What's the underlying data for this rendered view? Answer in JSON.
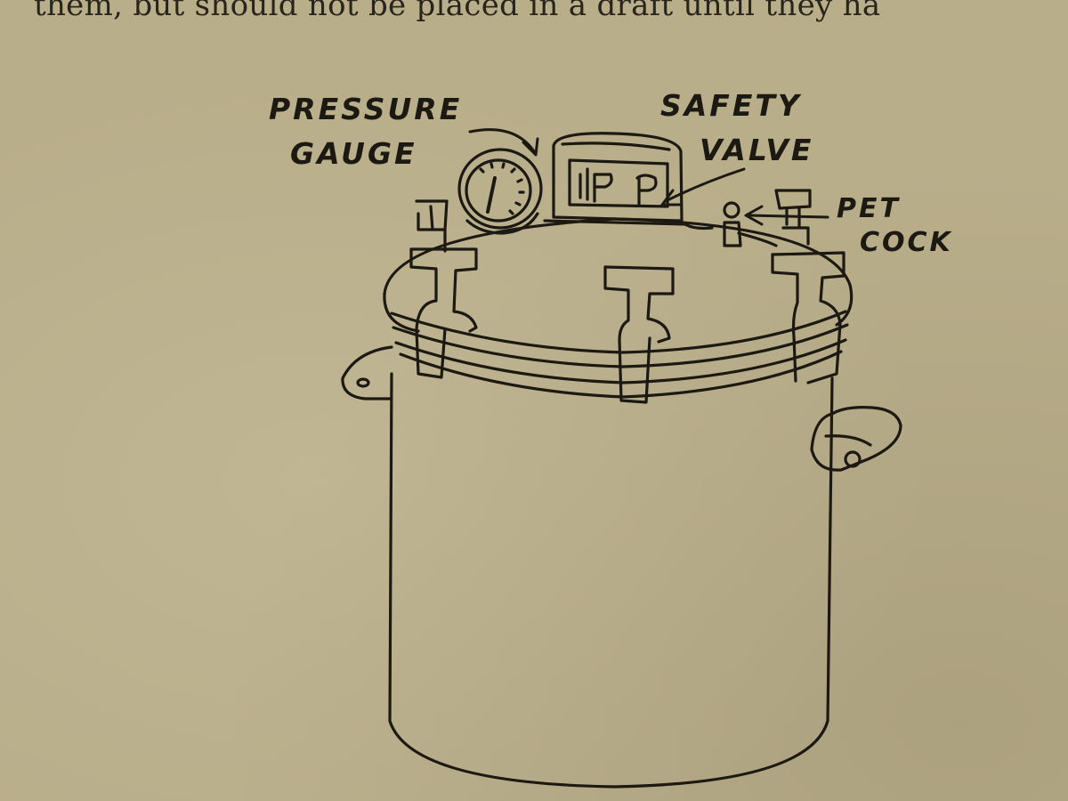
{
  "page": {
    "top_text": "them, but should not be placed in a draft until they ha"
  },
  "labels": {
    "pressure": "PRESSURE",
    "gauge": "GAUGE",
    "safety": "SAFETY",
    "valve": "VALVE",
    "pet": "PET",
    "cock": "COCK"
  },
  "colors": {
    "paper": "#b9ae8a",
    "ink": "#1c1812"
  }
}
